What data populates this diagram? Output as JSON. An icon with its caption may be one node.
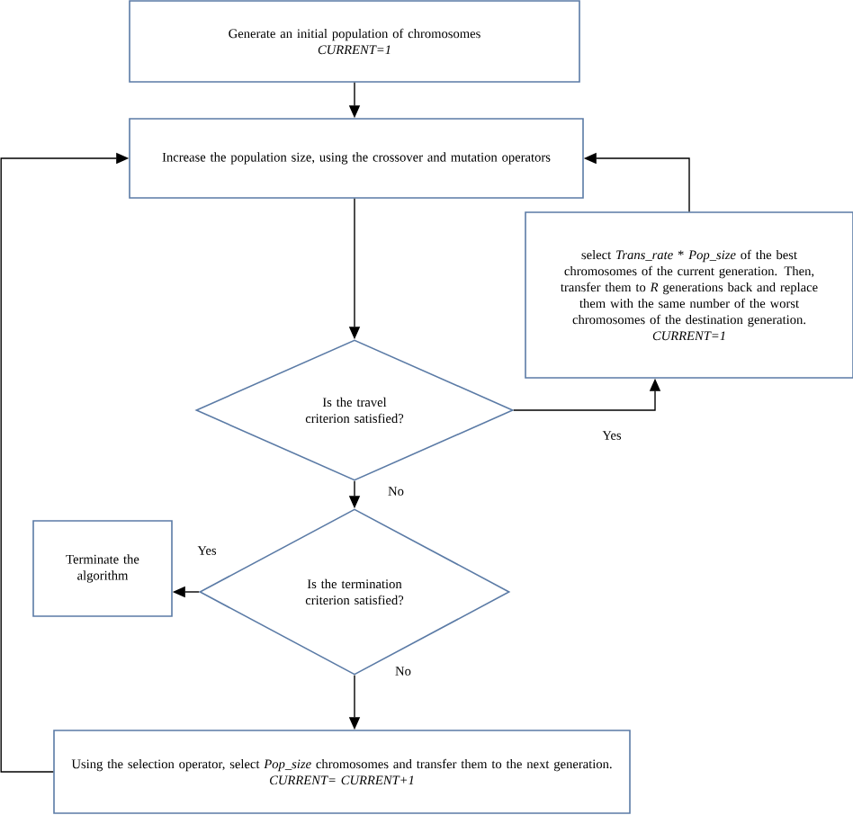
{
  "diagram": {
    "nodes": [
      {
        "text": [
          "Generate an initial population of chromosomes",
          "CURRENT=1"
        ]
      },
      {
        "text": [
          "Increase the population size, using the crossover and mutation operators"
        ]
      },
      {
        "text": [
          "select *Trans_rate* * *Pop_size* of the best chromosomes of the current generation. Then, transfer them to *R* generations back and replace them with the same number of the worst chromosomes of the destination generation.",
          "CURRENT=1"
        ]
      },
      {
        "text": [
          "Is the travel criterion satisfied?"
        ]
      },
      {
        "text": [
          "Terminate the algorithm"
        ]
      },
      {
        "text": [
          "Is the termination criterion satisfied?"
        ]
      },
      {
        "text": [
          "Using the selection operator, select *Pop_size* chromosomes and transfer them to the next generation.",
          "CURRENT= CURRENT+1"
        ]
      }
    ],
    "edges": [
      {
        "from": 0,
        "to": 1,
        "arrow": "to"
      },
      {
        "from": 1,
        "to": 3,
        "arrow": "to"
      },
      {
        "from": 3,
        "to": 2,
        "arrow": "to",
        "label": "Yes"
      },
      {
        "from": 3,
        "to": 5,
        "arrow": "to",
        "label": "No"
      },
      {
        "from": 5,
        "to": 4,
        "arrow": "to",
        "label": "Yes"
      },
      {
        "from": 5,
        "to": 6,
        "arrow": "to",
        "label": "No"
      },
      {
        "from": 6,
        "to": 1,
        "arrow": "to"
      },
      {
        "from": 2,
        "to": 1,
        "arrow": "to"
      }
    ]
  }
}
